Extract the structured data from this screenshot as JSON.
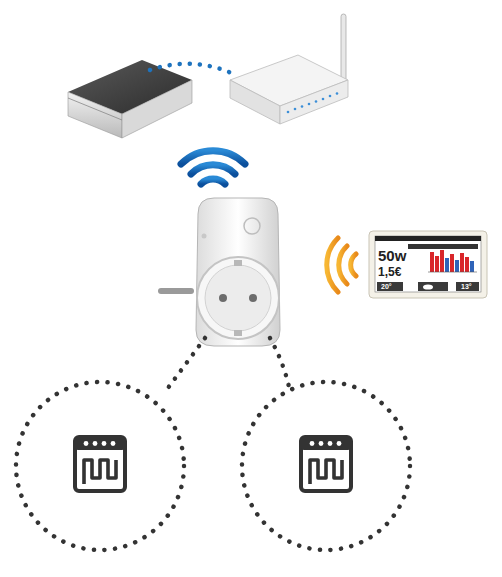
{
  "diagram": {
    "labels": [
      "50w",
      "1,5€",
      "20°",
      "13°"
    ]
  }
}
